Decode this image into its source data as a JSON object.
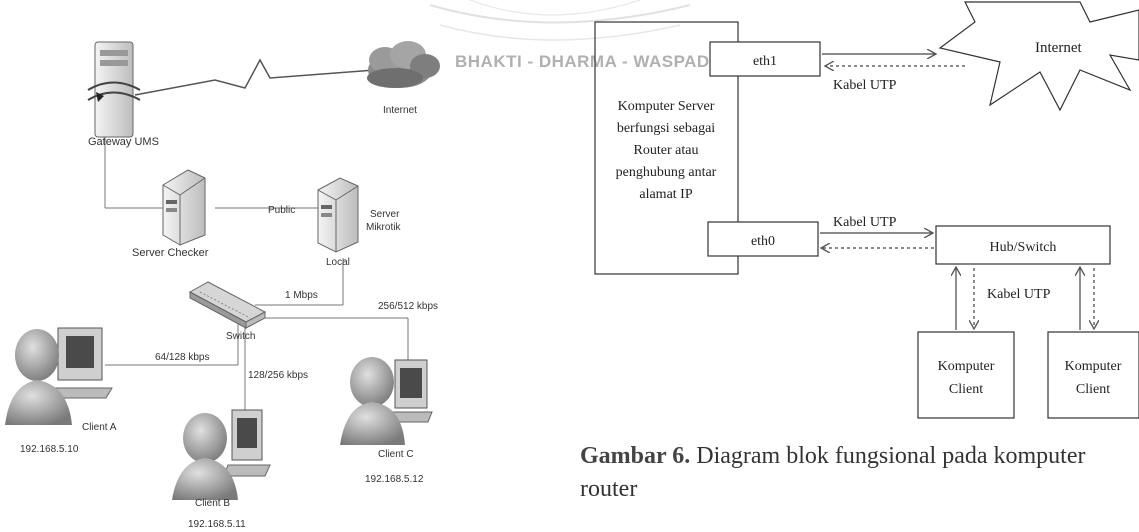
{
  "watermark": "BHAKTI - DHARMA - WASPADA",
  "network": {
    "gateway": "Gateway UMS",
    "internet": "Internet",
    "server_checker": "Server Checker",
    "server_mikrotik_1": "Server",
    "server_mikrotik_2": "Mikrotik",
    "link_public": "Public",
    "link_local": "Local",
    "link_1mbps": "1 Mbps",
    "switch": "Switch",
    "bw_a": "64/128 kbps",
    "bw_b": "128/256 kbps",
    "bw_c": "256/512 kbps",
    "client_a": "Client A",
    "client_a_ip": "192.168.5.10",
    "client_b": "Client B",
    "client_b_ip": "192.168.5.11",
    "client_c": "Client C",
    "client_c_ip": "192.168.5.12"
  },
  "block": {
    "eth1": "eth1",
    "eth0": "eth0",
    "internet": "Internet",
    "server_desc": [
      "Komputer Server",
      "berfungsi sebagai",
      "Router atau",
      "penghubung antar",
      "alamat IP"
    ],
    "cable_top": "Kabel UTP",
    "cable_mid": "Kabel UTP",
    "cable_right": "Kabel UTP",
    "hub": "Hub/Switch",
    "client1": [
      "Komputer",
      "Client"
    ],
    "client2": [
      "Komputer",
      "Client"
    ]
  },
  "caption": {
    "label": "Gambar 6.",
    "text": "Diagram blok fungsional pada komputer router"
  }
}
